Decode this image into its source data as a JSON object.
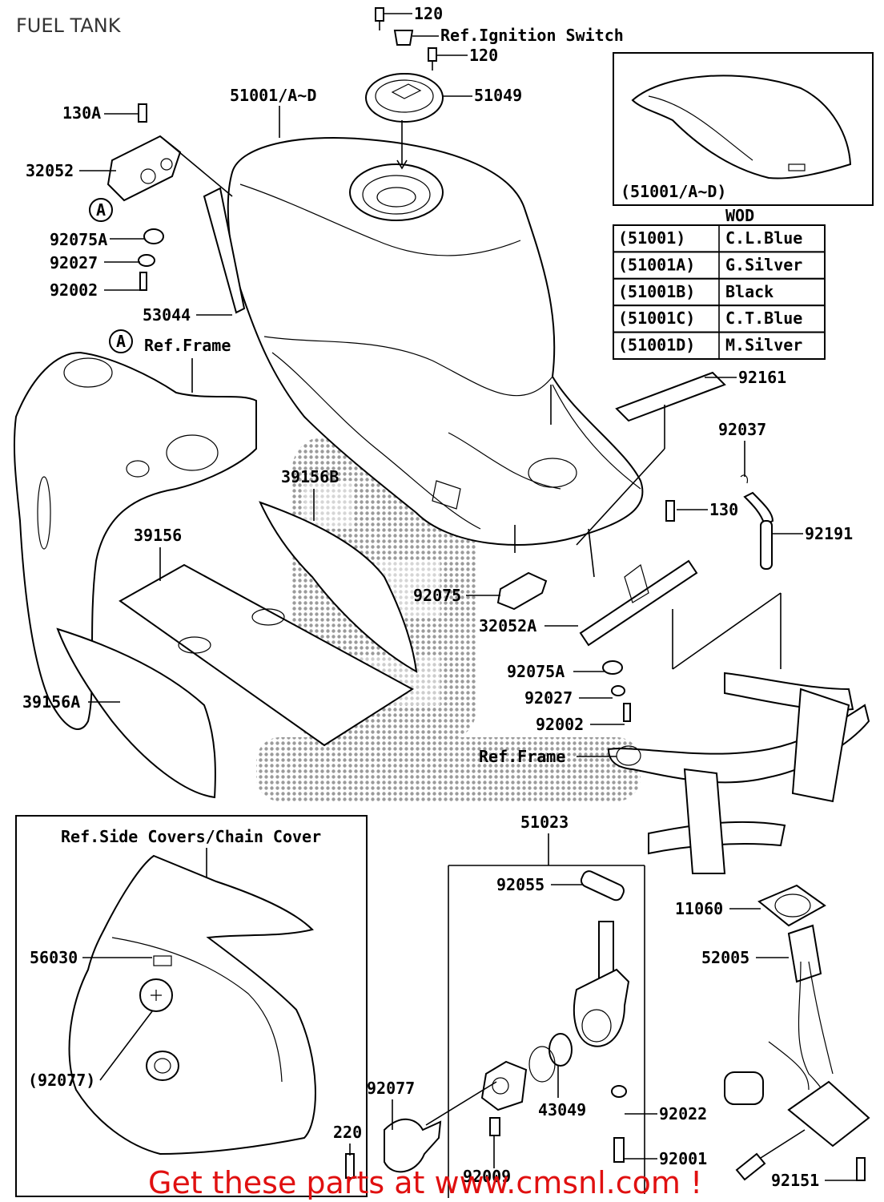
{
  "header": {
    "title": "FUEL TANK"
  },
  "callouts": [
    {
      "id": "c120a",
      "text": "120"
    },
    {
      "id": "cign",
      "text": "Ref.Ignition Switch"
    },
    {
      "id": "c120b",
      "text": "120"
    },
    {
      "id": "c51049",
      "text": "51049"
    },
    {
      "id": "c51001",
      "text": "51001/A~D"
    },
    {
      "id": "c130A",
      "text": "130A"
    },
    {
      "id": "c32052",
      "text": "32052"
    },
    {
      "id": "cA1",
      "text": "A"
    },
    {
      "id": "c92075A",
      "text": "92075A"
    },
    {
      "id": "c92027",
      "text": "92027"
    },
    {
      "id": "c92002",
      "text": "92002"
    },
    {
      "id": "c53044",
      "text": "53044"
    },
    {
      "id": "cA2",
      "text": "A"
    },
    {
      "id": "cframe1",
      "text": "Ref.Frame"
    },
    {
      "id": "c92161",
      "text": "92161"
    },
    {
      "id": "c92037",
      "text": "92037"
    },
    {
      "id": "c130",
      "text": "130"
    },
    {
      "id": "c92191",
      "text": "92191"
    },
    {
      "id": "c39156B",
      "text": "39156B"
    },
    {
      "id": "c39156",
      "text": "39156"
    },
    {
      "id": "c92075",
      "text": "92075"
    },
    {
      "id": "c32052A",
      "text": "32052A"
    },
    {
      "id": "c92075A2",
      "text": "92075A"
    },
    {
      "id": "c92027b",
      "text": "92027"
    },
    {
      "id": "c92002b",
      "text": "92002"
    },
    {
      "id": "cframe2",
      "text": "Ref.Frame"
    },
    {
      "id": "c39156A",
      "text": "39156A"
    },
    {
      "id": "c51023",
      "text": "51023"
    },
    {
      "id": "csidecov",
      "text": "Ref.Side Covers/Chain Cover"
    },
    {
      "id": "c92055",
      "text": "92055"
    },
    {
      "id": "c11060",
      "text": "11060"
    },
    {
      "id": "c56030",
      "text": "56030"
    },
    {
      "id": "c52005",
      "text": "52005"
    },
    {
      "id": "c92077p",
      "text": "(92077)"
    },
    {
      "id": "c92077",
      "text": "92077"
    },
    {
      "id": "c43049",
      "text": "43049"
    },
    {
      "id": "c92022",
      "text": "92022"
    },
    {
      "id": "c220",
      "text": "220"
    },
    {
      "id": "c92001",
      "text": "92001"
    },
    {
      "id": "c92009",
      "text": "92009"
    },
    {
      "id": "c92151",
      "text": "92151"
    }
  ],
  "inset": {
    "caption": "(51001/A~D)"
  },
  "wod_table": {
    "heading": "WOD",
    "rows": [
      {
        "code": "(51001)",
        "color": "C.L.Blue"
      },
      {
        "code": "(51001A)",
        "color": "G.Silver"
      },
      {
        "code": "(51001B)",
        "color": "Black"
      },
      {
        "code": "(51001C)",
        "color": "C.T.Blue"
      },
      {
        "code": "(51001D)",
        "color": "M.Silver"
      }
    ]
  },
  "footer": {
    "promo": "Get these parts at www.cmsnl.com !"
  },
  "colors": {
    "promo": "#e01010",
    "line": "#000000",
    "watermark": "#9a9a9a"
  }
}
